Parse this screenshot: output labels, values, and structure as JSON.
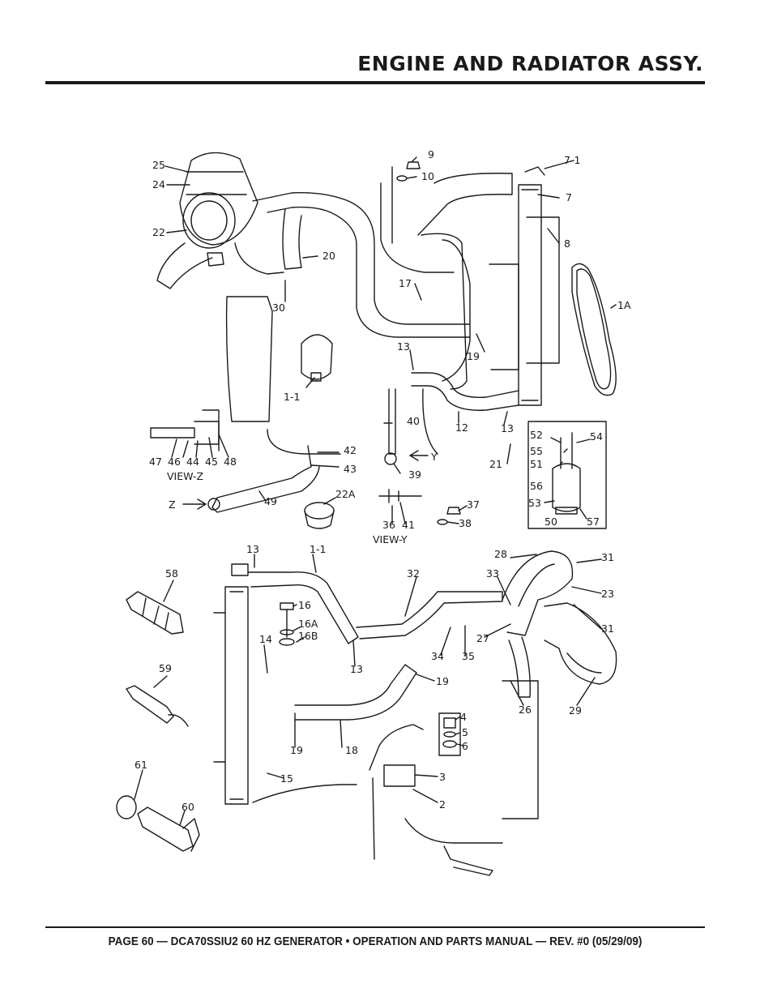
{
  "header": {
    "title": "ENGINE AND RADIATOR ASSY."
  },
  "footer": {
    "text": "PAGE 60 — DCA70SSIU2 60 HZ GENERATOR • OPERATION AND PARTS MANUAL — REV. #0 (05/29/09)"
  },
  "diagram": {
    "labels": [
      "25",
      "24",
      "22",
      "9",
      "10",
      "7-1",
      "7",
      "8",
      "20",
      "30",
      "17",
      "1A",
      "19",
      "13",
      "1-1",
      "40",
      "12",
      "13",
      "21",
      "47",
      "46",
      "44",
      "45",
      "48",
      "VIEW-Z",
      "42",
      "43",
      "Y",
      "39",
      "52",
      "54",
      "55",
      "51",
      "56",
      "53",
      "50",
      "57",
      "Z",
      "49",
      "22A",
      "36",
      "41",
      "37",
      "38",
      "VIEW-Y",
      "13",
      "1-1",
      "32",
      "33",
      "28",
      "31",
      "23",
      "31",
      "58",
      "16",
      "16A",
      "16B",
      "14",
      "13",
      "34",
      "35",
      "27",
      "19",
      "59",
      "4",
      "5",
      "6",
      "26",
      "29",
      "19",
      "18",
      "15",
      "3",
      "2",
      "61",
      "60"
    ]
  }
}
